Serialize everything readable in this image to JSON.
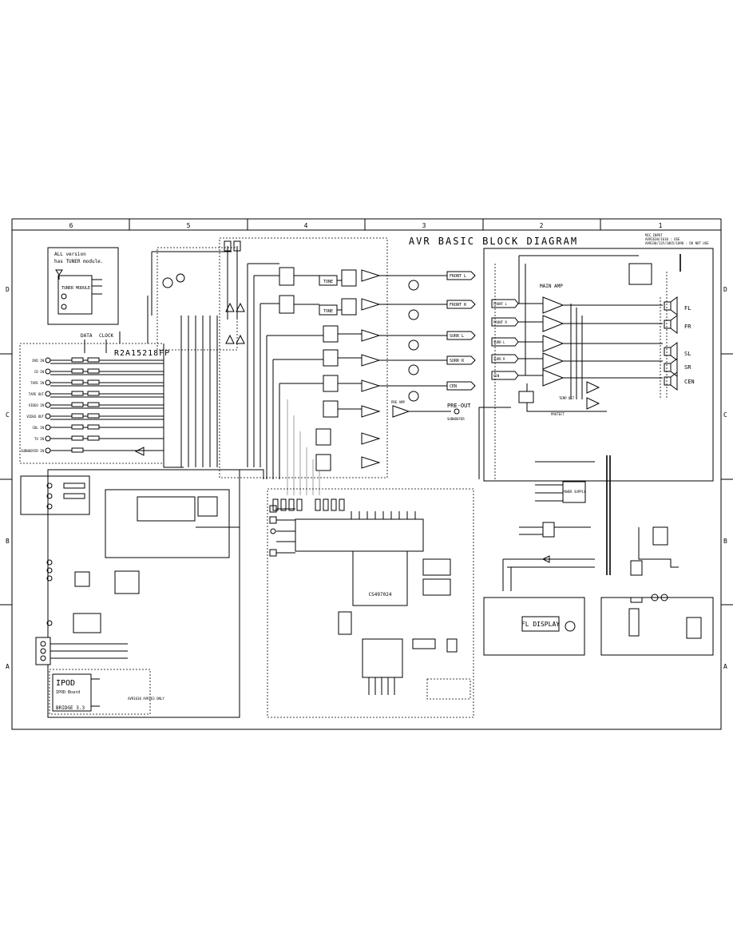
{
  "title": "AVR BASIC BLOCK DIAGRAM",
  "columns": [
    "6",
    "5",
    "4",
    "3",
    "2",
    "1"
  ],
  "rows": [
    "D",
    "C",
    "B",
    "A"
  ],
  "tuner_note": {
    "line1": "ALL version",
    "line2": "has TUNER module.",
    "module": "TUNER MODULE"
  },
  "chip_labels": {
    "r2a": "R2A15218FP",
    "cs": "CS497024",
    "fl": "FL DISPLAY",
    "ipod": "IPOD",
    "ipod_board": "IPOD Board",
    "bridge": "BRIDGE 3.3",
    "ipod_only": "AVR1630 AVR163 ONLY"
  },
  "bus_labels": {
    "data": "DATA",
    "clock": "CLOCK"
  },
  "front_outputs": [
    "FRONT L",
    "FRONT R",
    "SURR L",
    "SURR R",
    "CEN"
  ],
  "main_amp": {
    "label": "MAIN AMP",
    "inputs": [
      "FRONT L",
      "FRONT R",
      "SURR L",
      "SURR R",
      "CEN"
    ]
  },
  "speaker_outputs": [
    "FL",
    "FR",
    "SL",
    "SR",
    "CEN"
  ],
  "left_inputs": [
    "DVD IN",
    "CD IN",
    "TAPE IN",
    "TAPE OUT",
    "VIDEO IN",
    "VIDEO OUT",
    "CBL IN",
    "TV IN",
    "SUBWOOFER IN"
  ],
  "preout": {
    "label": "PRE-OUT",
    "sub": "SUBWOOFER",
    "amp": "PRE AMP"
  },
  "header_note": {
    "l1": "MIC_INPUT",
    "l2": "AVR1630/1610 : USE",
    "l3": "AVR330/135/1065/1090 : DO NOT USE"
  },
  "misc": {
    "tone": "TONE",
    "temp": "TEMP DET",
    "protect": "PROTECT",
    "power_supply": "POWER SUPPLY",
    "fl_label": "FL DISPLAY"
  }
}
